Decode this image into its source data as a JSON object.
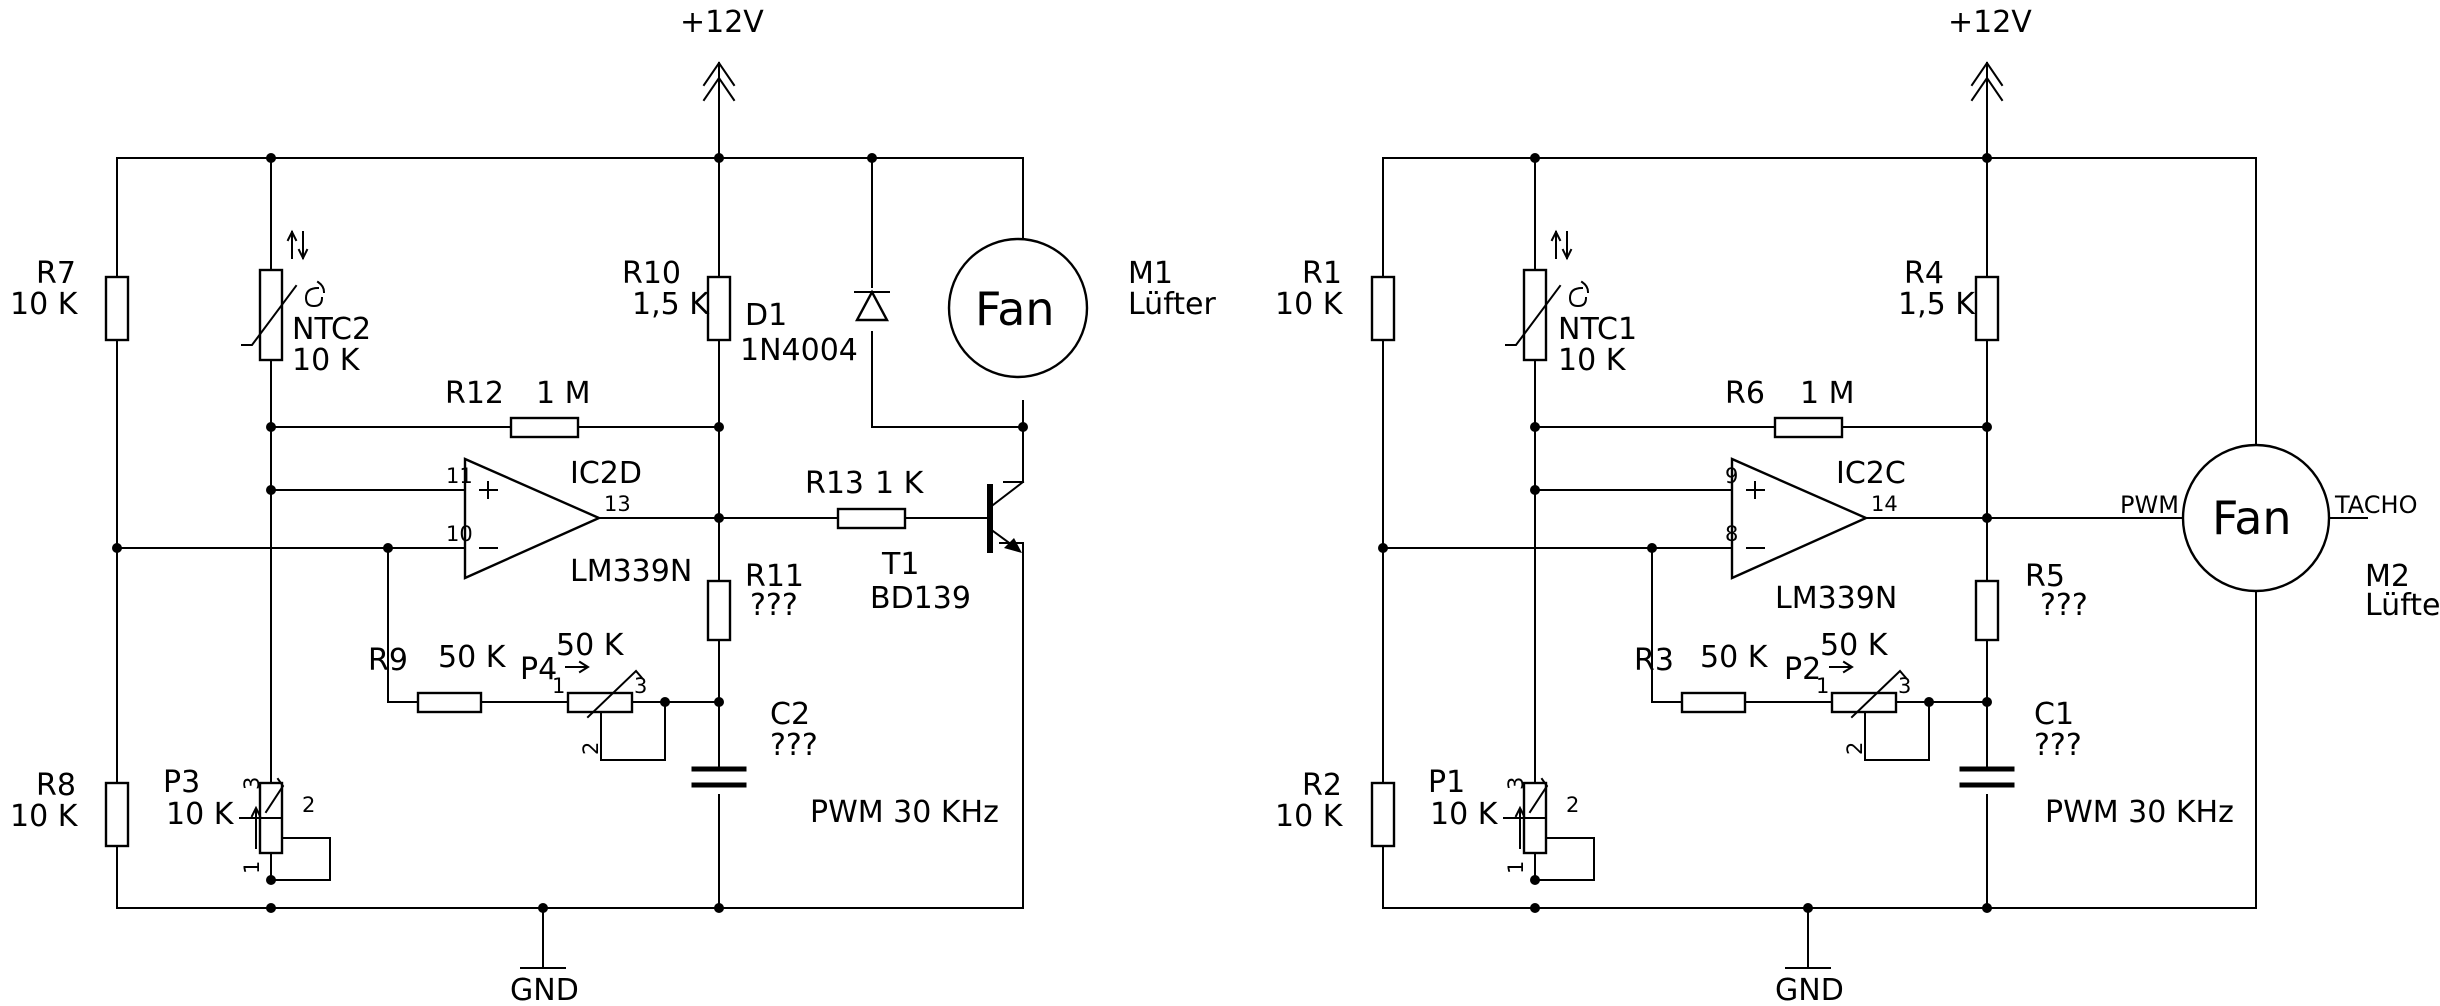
{
  "colors": {
    "line": "#000000",
    "background": "#ffffff"
  },
  "left": {
    "supply": "+12V",
    "ground": "GND",
    "r7": {
      "ref": "R7",
      "value": "10 K"
    },
    "r8": {
      "ref": "R8",
      "value": "10 K"
    },
    "ntc": {
      "ref": "NTC2",
      "value": "10 K"
    },
    "r10": {
      "ref": "R10",
      "value": "1,5 K"
    },
    "d1": {
      "ref": "D1",
      "value": "1N4004"
    },
    "fan": {
      "label": "Fan",
      "ref": "M1",
      "value": "Lüfter"
    },
    "r12": {
      "ref": "R12",
      "value": "1 M"
    },
    "ic": {
      "ref": "IC2D",
      "part": "LM339N",
      "pin_plus": "11",
      "pin_minus": "10",
      "pin_out": "13"
    },
    "r13": {
      "ref": "R13",
      "value": "1 K"
    },
    "t1": {
      "ref": "T1",
      "value": "BD139"
    },
    "r11": {
      "ref": "R11",
      "value": "???"
    },
    "r9": {
      "ref": "R9",
      "value": "50 K"
    },
    "p4": {
      "ref": "P4",
      "value": "50 K",
      "pin1": "1",
      "pin2": "2",
      "pin3": "3"
    },
    "c2": {
      "ref": "C2",
      "value": "???"
    },
    "p3": {
      "ref": "P3",
      "value": "10 K",
      "pin1": "1",
      "pin2": "2",
      "pin3": "3"
    },
    "pwm_note": "PWM 30 KHz"
  },
  "right": {
    "supply": "+12V",
    "ground": "GND",
    "r1": {
      "ref": "R1",
      "value": "10 K"
    },
    "r2": {
      "ref": "R2",
      "value": "10 K"
    },
    "ntc": {
      "ref": "NTC1",
      "value": "10 K"
    },
    "r4": {
      "ref": "R4",
      "value": "1,5 K"
    },
    "r6": {
      "ref": "R6",
      "value": "1 M"
    },
    "ic": {
      "ref": "IC2C",
      "part": "LM339N",
      "pin_plus": "9",
      "pin_minus": "8",
      "pin_out": "14"
    },
    "fan": {
      "label": "Fan",
      "ref": "M2",
      "value": "Lüfter",
      "pwm_label": "PWM",
      "tacho_label": "TACHO"
    },
    "r5": {
      "ref": "R5",
      "value": "???"
    },
    "r3": {
      "ref": "R3",
      "value": "50 K"
    },
    "p2": {
      "ref": "P2",
      "value": "50 K",
      "pin1": "1",
      "pin2": "2",
      "pin3": "3"
    },
    "c1": {
      "ref": "C1",
      "value": "???"
    },
    "p1": {
      "ref": "P1",
      "value": "10 K",
      "pin1": "1",
      "pin2": "2",
      "pin3": "3"
    },
    "pwm_note": "PWM 30 KHz"
  }
}
